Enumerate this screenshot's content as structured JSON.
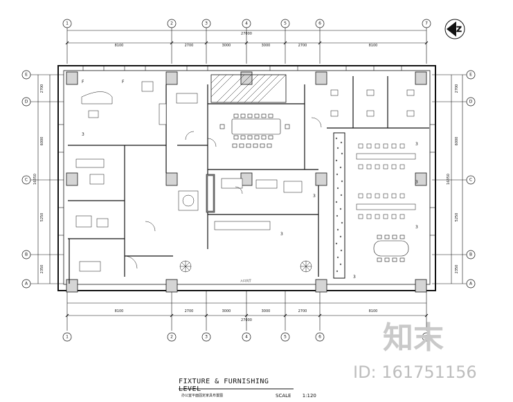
{
  "grid": {
    "columns": [
      "1",
      "2",
      "3",
      "4",
      "5",
      "6",
      "7"
    ],
    "rows": [
      "E",
      "D",
      "C",
      "B",
      "A"
    ]
  },
  "dims": {
    "top_total": "27000",
    "top_segments": [
      "8100",
      "2700",
      "3000",
      "3000",
      "2700",
      "8100"
    ],
    "bottom_total": "27000",
    "bottom_segments": [
      "8100",
      "2700",
      "3000",
      "3000",
      "2700",
      "8100"
    ],
    "left_total": "16350",
    "left_segments": [
      "2700",
      "6000",
      "5250",
      "2350"
    ],
    "right_total": "16350",
    "right_segments": [
      "2700",
      "6000",
      "5250",
      "2350"
    ]
  },
  "labels": {
    "north_mark": "Z",
    "room_f1": "F",
    "room_f2": "F",
    "num3": "3",
    "entrance": "入口大厅"
  },
  "footer": {
    "title": "FIXTURE & FURNISHING LEVEL",
    "subtitle": "办公室平面固定家具布置图",
    "scale_label": "SCALE",
    "scale_value": "1:120"
  },
  "watermark": {
    "brand": "知末",
    "id": "ID: 161751156"
  }
}
